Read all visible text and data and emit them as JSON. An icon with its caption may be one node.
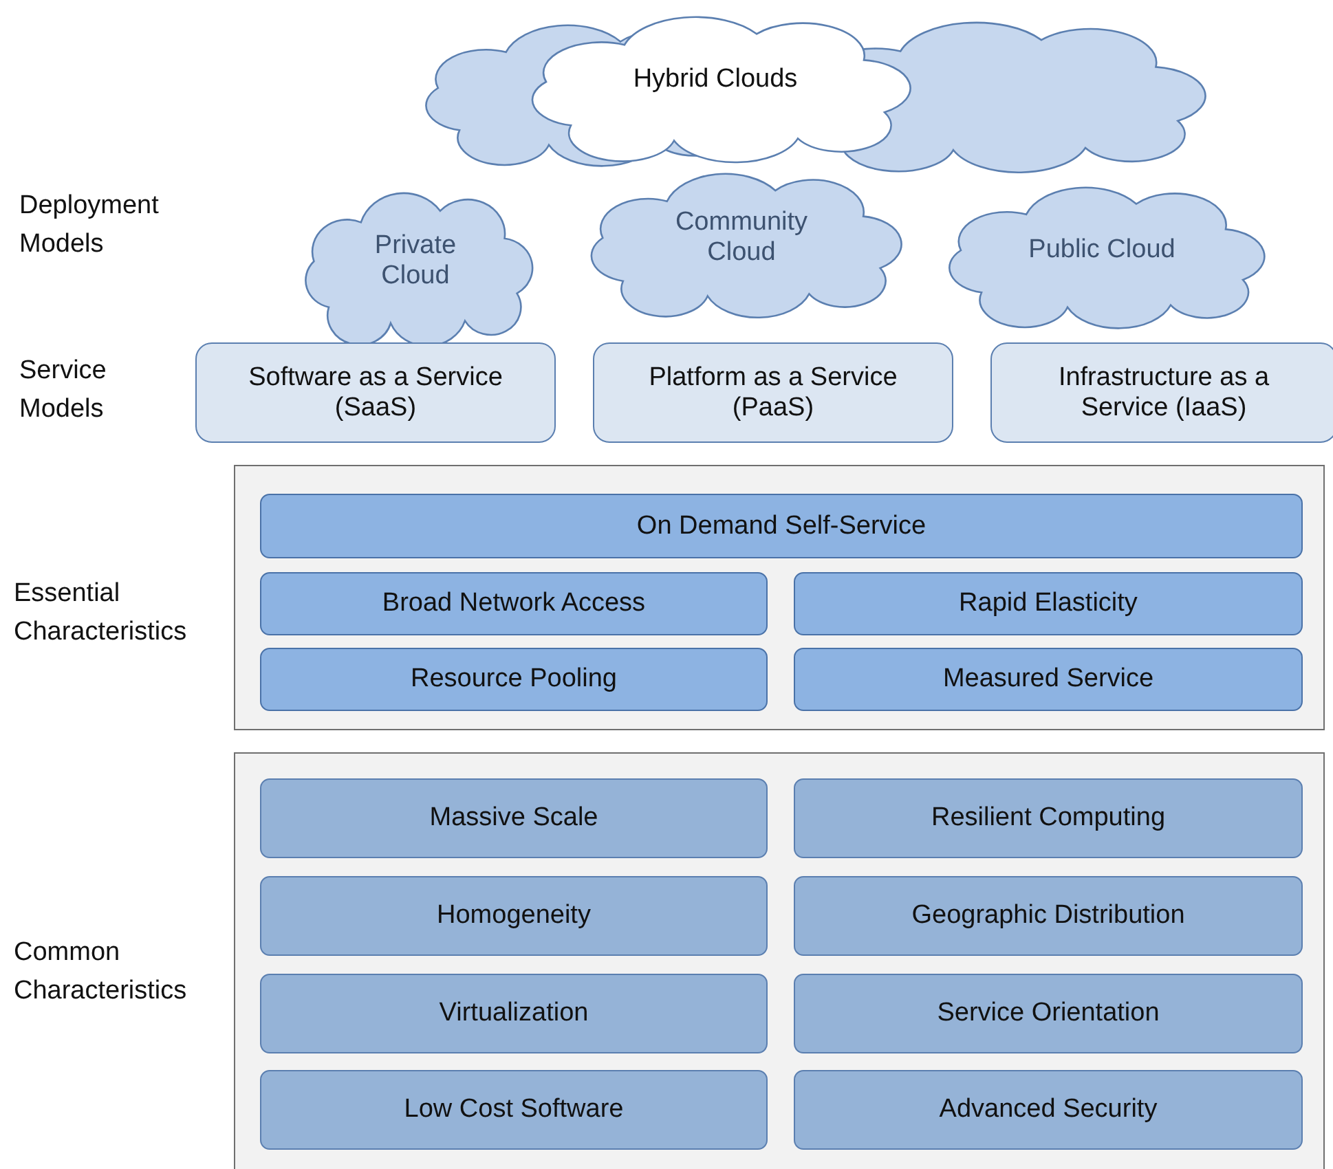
{
  "diagram": {
    "nodes": [
      {
        "text": [
          "Hybrid Clouds"
        ]
      },
      {
        "text": [
          "Private Cloud"
        ]
      },
      {
        "text": [
          "Community Cloud"
        ]
      },
      {
        "text": [
          "Public Cloud"
        ]
      },
      {
        "text": [
          "Software as a Service (SaaS)"
        ]
      },
      {
        "text": [
          "Platform as a Service (PaaS)"
        ]
      },
      {
        "text": [
          "Infrastructure as a Service (IaaS)"
        ]
      },
      {
        "text": [],
        "shape": "box"
      },
      {
        "text": [
          "On Demand Self-Service"
        ],
        "in": 7
      },
      {
        "text": [
          "Broad Network Access"
        ],
        "in": 7
      },
      {
        "text": [
          "Rapid Elasticity"
        ],
        "in": 7
      },
      {
        "text": [
          "Resource Pooling"
        ],
        "in": 7
      },
      {
        "text": [
          "Measured Service"
        ],
        "in": 7
      },
      {
        "text": [],
        "shape": "box"
      },
      {
        "text": [
          "Massive Scale"
        ],
        "in": 13
      },
      {
        "text": [
          "Resilient Computing"
        ],
        "in": 13
      },
      {
        "text": [
          "Homogeneity"
        ],
        "in": 13
      },
      {
        "text": [
          "Geographic Distribution"
        ],
        "in": 13
      },
      {
        "text": [
          "Virtualization"
        ],
        "in": 13
      },
      {
        "text": [
          "Service Orientation"
        ],
        "in": 13
      },
      {
        "text": [
          "Low Cost Software"
        ],
        "in": 13
      },
      {
        "text": [
          "Advanced Security"
        ],
        "in": 13
      }
    ],
    "edges": [],
    "labels": [
      "Deployment Models",
      "Service Models",
      "Essential Characteristics",
      "Common Characteristics"
    ]
  }
}
